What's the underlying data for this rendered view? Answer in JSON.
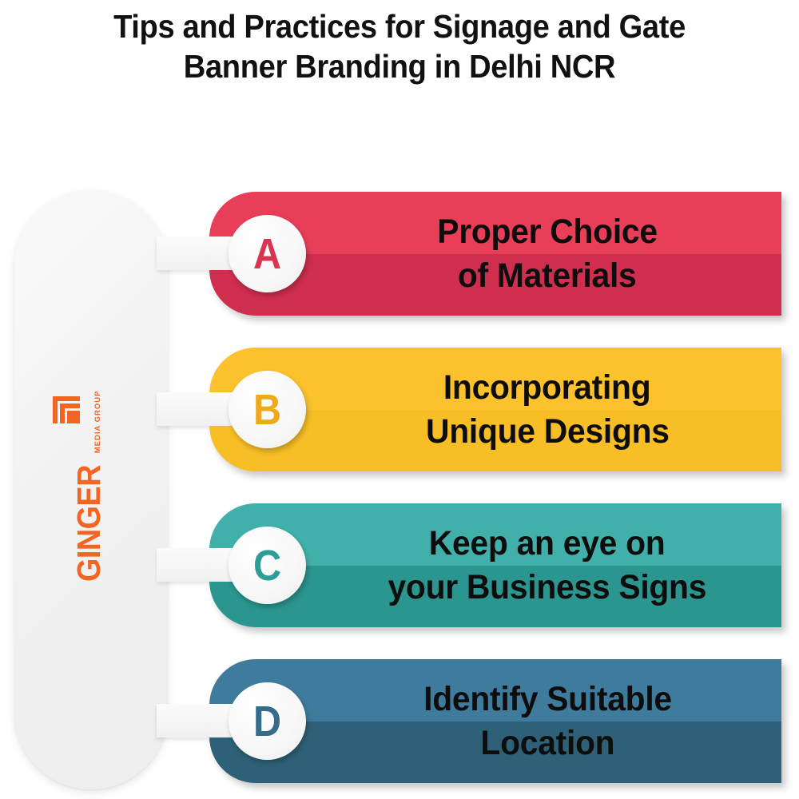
{
  "title": {
    "line1": "Tips and Practices for Signage and Gate",
    "line2": "Banner Branding in Delhi NCR"
  },
  "logo": {
    "name": "GINGER",
    "tagline": "MEDIA GROUP",
    "mark_icon": "nested-corner-squares-icon",
    "color": "#F26522"
  },
  "colors": {
    "background": "#FFFFFF",
    "panel": "#F2F2F2",
    "connector": "#F1F1F1",
    "badge": "#F7F7F7",
    "text": "#0D0D0D"
  },
  "items": [
    {
      "letter": "A",
      "line1": "Proper Choice",
      "line2": "of Materials",
      "color_top": "#E83E57",
      "color_bottom": "#CF2E4F",
      "letter_color": "#D93452"
    },
    {
      "letter": "B",
      "line1": "Incorporating",
      "line2": "Unique Designs",
      "color_top": "#FBC22D",
      "color_bottom": "#F8BE26",
      "letter_color": "#EFAA1B"
    },
    {
      "letter": "C",
      "line1": "Keep an eye on",
      "line2": "your Business Signs",
      "color_top": "#42B0AA",
      "color_bottom": "#2B9590",
      "letter_color": "#2F9D97"
    },
    {
      "letter": "D",
      "line1": "Identify Suitable",
      "line2": "Location",
      "color_top": "#3F7B9D",
      "color_bottom": "#2E6177",
      "letter_color": "#356C89"
    }
  ]
}
